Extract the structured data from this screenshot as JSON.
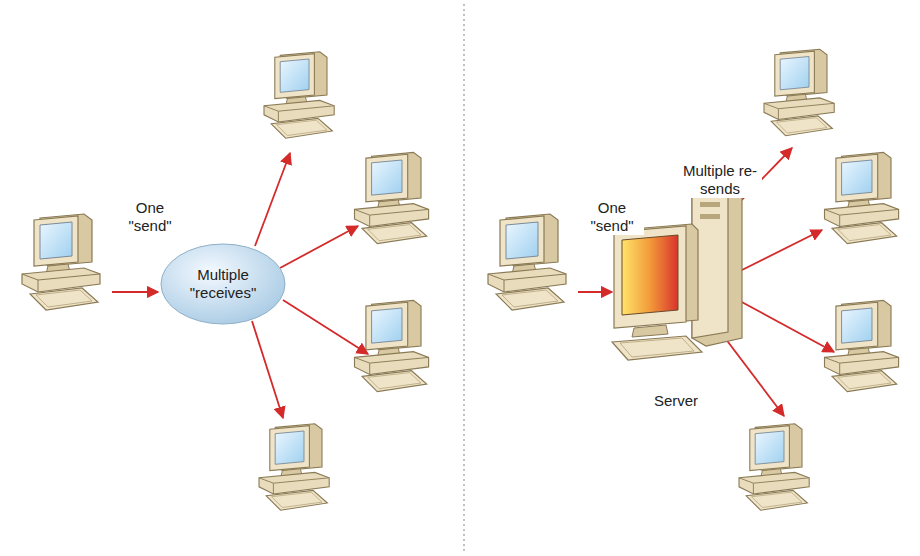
{
  "diagram": {
    "nodes": [
      {
        "text": [
          "Multiple \"receives\""
        ]
      },
      {
        "text": [
          "Server"
        ]
      }
    ],
    "labels": [
      "One \"send\"",
      "One \"send\"",
      "Multiple re-sends"
    ]
  }
}
